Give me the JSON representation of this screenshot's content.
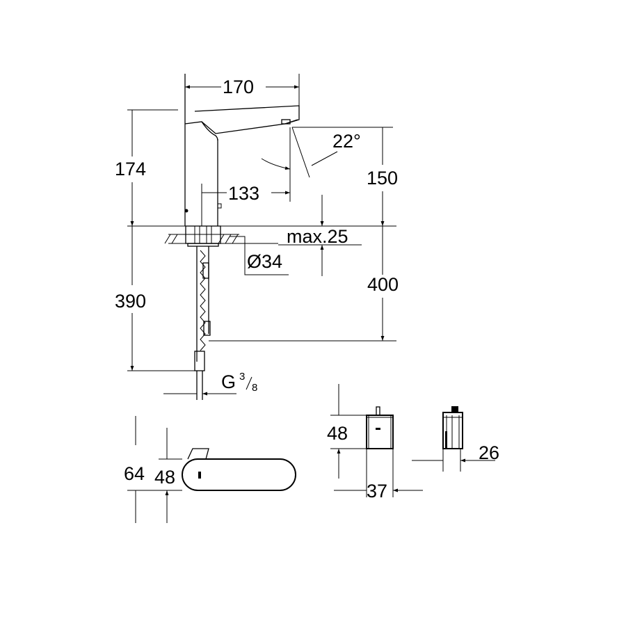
{
  "dimensions": {
    "spout_length": "170",
    "height_above_deck": "174",
    "spout_projection": "133",
    "sensor_angle": "22°",
    "outlet_height": "150",
    "max_deck_thickness": "max.25",
    "hole_diameter": "Ø34",
    "hose_length": "390",
    "cable_length": "400",
    "connection": "G",
    "connection_num": "3",
    "connection_den": "8",
    "sensor_height_outer": "64",
    "sensor_height_inner": "48",
    "box_height": "48",
    "box_width": "37",
    "box_depth": "26"
  }
}
